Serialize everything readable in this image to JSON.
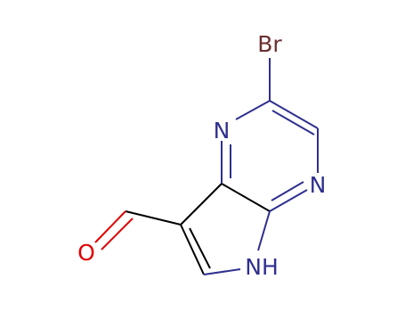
{
  "molecule": {
    "atoms": {
      "br": "Br",
      "n_top": "N",
      "n_right": "N",
      "nh": "NH",
      "o": "O"
    }
  },
  "colors": {
    "carbon_bond": "#000000",
    "nitrogen": "#2f2f8f",
    "bromine": "#6b2f2f",
    "oxygen": "#e00000"
  }
}
